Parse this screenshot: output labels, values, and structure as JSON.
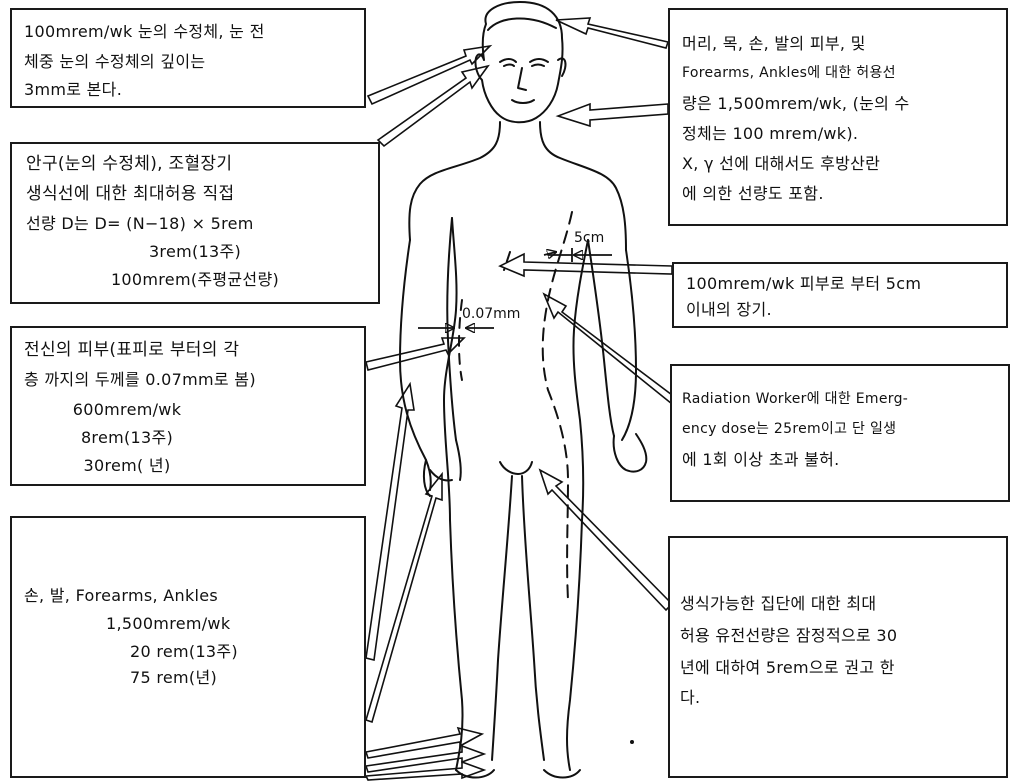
{
  "boxes": {
    "eye_lens": {
      "lines": [
        "100mrem/wk 눈의 수정체, 눈 전",
        "체중 눈의 수정체의 깊이는",
        "3mm로 본다."
      ]
    },
    "head_neck": {
      "lines": [
        "머리, 목, 손, 발의 피부, 및",
        "Forearms, Ankles에 대한 허용선",
        "량은 1,500mrem/wk, (눈의 수",
        "정체는 100 mrem/wk).",
        "X, γ 선에 대해서도  후방산란",
        "에 의한 선량도 포함."
      ]
    },
    "critical_organs": {
      "lines": [
        "안구(눈의 수정체), 조혈장기",
        "생식선에 대한 최대허용  직접",
        "선량 D는  D= (N−18) × 5rem",
        "3rem(13주)",
        "100mrem(주평균선량)"
      ]
    },
    "organ_5cm": {
      "lines": [
        "100mrem/wk 피부로 부터 5cm",
        "이내의 장기."
      ]
    },
    "whole_skin": {
      "lines": [
        "전신의 피부(표피로 부터의 각",
        "층 까지의 두께를 0.07mm로 봄)",
        "600mrem/wk",
        "8rem(13주)",
        "30rem( 년)"
      ]
    },
    "emergency": {
      "lines": [
        "Radiation Worker에 대한 Emerg-",
        "ency dose는 25rem이고 단 일생",
        "에 1회 이상 초과 불허."
      ]
    },
    "extremities": {
      "lines": [
        "손, 발, Forearms, Ankles",
        "1,500mrem/wk",
        "20  rem(13주)",
        "75  rem(년)"
      ]
    },
    "genetic": {
      "lines": [
        "생식가능한 집단에 대한  최대",
        "허용 유전선량은 잠정적으로 30",
        "년에 대하여 5rem으로 권고 한",
        "다."
      ]
    }
  },
  "figure_labels": {
    "depth_5cm": "5cm",
    "depth_007mm": "0.07mm"
  }
}
